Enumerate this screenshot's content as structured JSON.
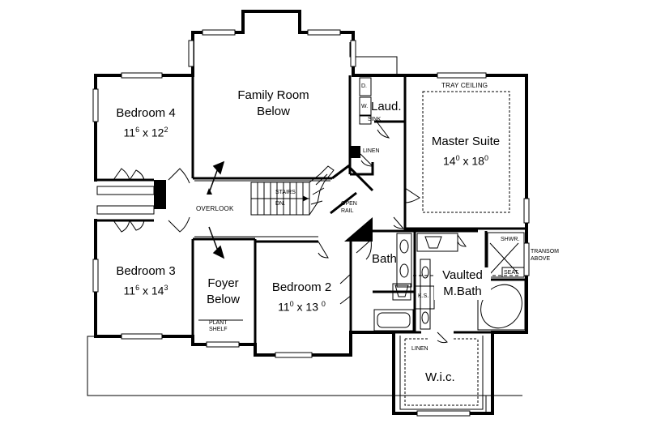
{
  "rooms": {
    "family_room": {
      "name": "Family Room",
      "note": "Below"
    },
    "bedroom4": {
      "name": "Bedroom 4",
      "dim_a": "11",
      "dim_a_sup": "6",
      "dim_x": " x 12",
      "dim_b_sup": "2"
    },
    "bedroom3": {
      "name": "Bedroom 3",
      "dim_a": "11",
      "dim_a_sup": "6",
      "dim_x": " x 14",
      "dim_b_sup": "3"
    },
    "bedroom2": {
      "name": "Bedroom 2",
      "dim_a": "11",
      "dim_a_sup": "0",
      "dim_x": " x 13 ",
      "dim_b_sup": "0"
    },
    "master_suite": {
      "name": "Master Suite",
      "dim_a": "14",
      "dim_a_sup": "0",
      "dim_x": " x 18",
      "dim_b_sup": "0"
    },
    "foyer": {
      "name": "Foyer",
      "note": "Below"
    },
    "laundry": {
      "name": "Laud."
    },
    "bath": {
      "name": "Bath"
    },
    "master_bath": {
      "line1": "Vaulted",
      "line2": "M.Bath"
    },
    "wic": {
      "name": "W.i.c."
    }
  },
  "labels": {
    "tray_ceiling": "TRAY CEILING",
    "overlook": "OVERLOOK",
    "stairs": "STAIRS",
    "stairs_dn": "DN.",
    "open_rail_1": "OPEN",
    "open_rail_2": "RAIL",
    "linen_laundry": "LINEN",
    "linen_wic": "LINEN",
    "sink": "SINK",
    "d": "D.",
    "w": "W.",
    "plant_1": "PLANT",
    "plant_2": "SHELF",
    "shwr": "SHWR.",
    "seat": "SEAT",
    "transom_1": "TRANSOM",
    "transom_2": "ABOVE",
    "ks": "K.S."
  }
}
